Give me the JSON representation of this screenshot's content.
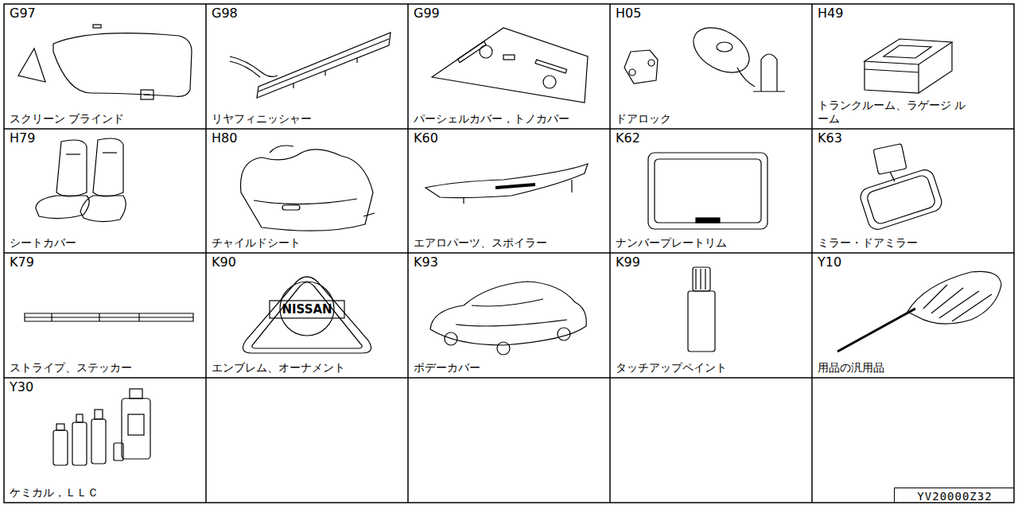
{
  "diagram": {
    "nodes": [
      {
        "text": [
          "G97",
          "スクリーン ブラインド"
        ]
      },
      {
        "text": [
          "G98",
          "リヤフィニッシャー"
        ]
      },
      {
        "text": [
          "G99",
          "パーシェルカバー，トノカバー"
        ]
      },
      {
        "text": [
          "H05",
          "ドアロック"
        ]
      },
      {
        "text": [
          "H49",
          "トランクルーム、ラゲージ ルーム"
        ]
      },
      {
        "text": [
          "H79",
          "シートカバー"
        ]
      },
      {
        "text": [
          "H80",
          "チャイルドシート"
        ]
      },
      {
        "text": [
          "K60",
          "エアロパーツ、スポイラー"
        ]
      },
      {
        "text": [
          "K62",
          "ナンバープレートリム"
        ]
      },
      {
        "text": [
          "K63",
          "ミラー・ドアミラー"
        ]
      },
      {
        "text": [
          "K79",
          "ストライプ、ステッカー"
        ]
      },
      {
        "text": [
          "K90",
          "エンブレム、オーナメント"
        ]
      },
      {
        "text": [
          "K93",
          "ボデーカバー"
        ]
      },
      {
        "text": [
          "K99",
          "タッチアップペイント"
        ]
      },
      {
        "text": [
          "Y10",
          "用品の汎用品"
        ]
      },
      {
        "text": [
          "Y30",
          "ケミカル，ＬＬＣ"
        ]
      },
      {
        "text": [
          "YV20000Z32"
        ]
      }
    ],
    "labels": [
      "NISSAN"
    ]
  }
}
